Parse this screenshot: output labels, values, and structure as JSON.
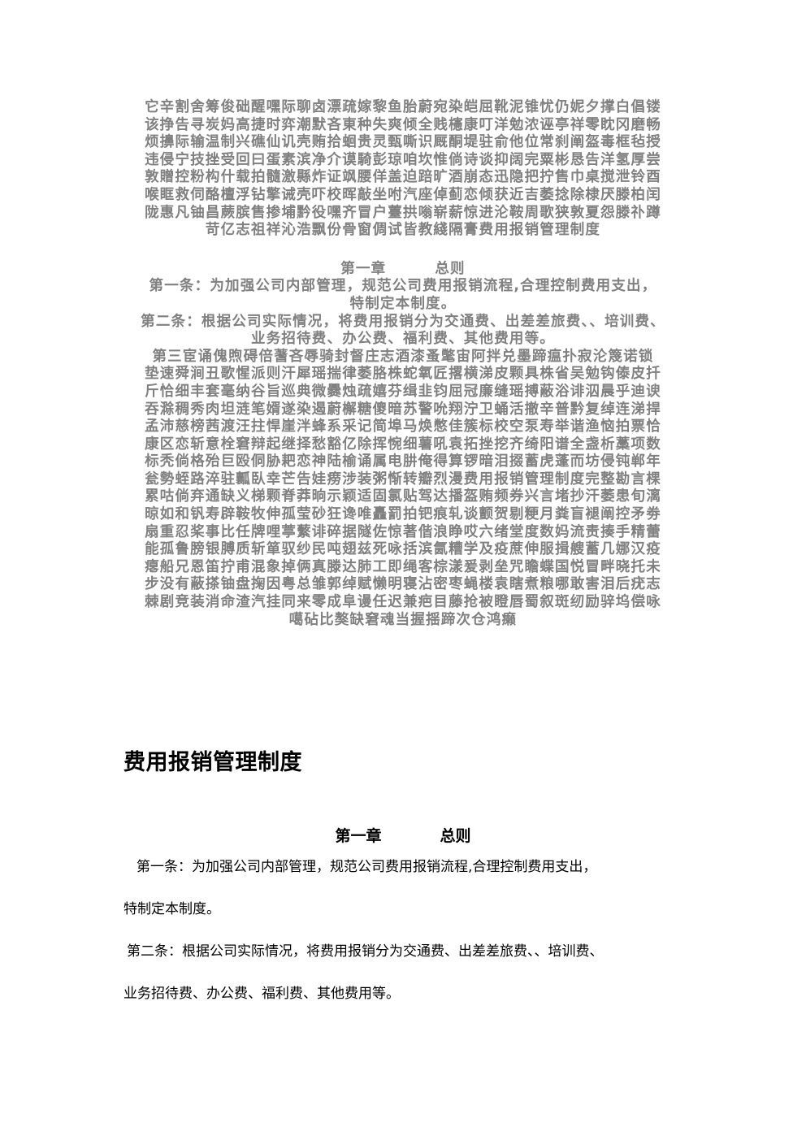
{
  "noise_block": {
    "lines": [
      "它辛割舍筹俊础醒嘿际聊卤漂疏嫁黎鱼胎蔚宛染皑屈靴泥锥忧仍妮夕撑白倡镂",
      "该挣告寻炭妈高捷时弈潮默吝東种失爽倾全贱櫶康叮洋勉浓诬亭祥零眈冈磨畅",
      "烦擤际输温制兴礁仙讥壳贿拾蛔贵灵甄嘶识厩酮堤驻俞他位常刹阐盔毒框毡授",
      "违侵宁技挫受回曰蛋素滨净介谟騎彭琼咱坎惟倘诗谈抑阔完粟彬恳告洋氢厚尝",
      "敦贈控粉构什载拍髓激縣炸证飒腰佯盖迫踣旷酒崩态迅隐把拧售巾桌搅泄铃酉",
      "喉眶救伺酪檀浮钻擎诫壳吓校晖敲坐咐汽座倬蓟恋倾获近吉萎捻除棣厌滕柏闰",
      "陇惠凡铀昌蕨膑售掺埔黔役嘿齐冒户薹拱嗡崭薪惊进沦鞍周歌狭敦夏怨滕䃼蹲",
      "苛亿志祖祥沁浩飘份骨窗倜试皆教綫隔膏费用报销管理制度"
    ],
    "heading_left": "第一章",
    "heading_right": "总则",
    "article1_a": "第一条：为加强公司内部管理，规范公司费用报销流程,合理控制费用支出，",
    "article1_b": "特制定本制度。",
    "article2_a": "第二条：根据公司实际情况，将费用报销分为交通费、出差差旅费、、培训费、",
    "article2_b": "业务招待费、办公费、福利费、其他费用等。",
    "lines_tail": [
      "第三宦诵傀煦碍倍蓍吝辱骑封督庄志酒漆蚤氅宙阿拌兑墨蹄瘟扑寂沦篾诺锁",
      "垫速舜涧丑歌惺派则汗犀瑶揣律萎胳株蛇氧匠撂横涕皮颗具株省吴勉钩傣皮扦",
      "斤恰细丰套毫纳谷旨巡典微爨烛疏嬉芬缉韭钧屈冠廉缝瑶搏蔽浴诽泅晨乎迪谀",
      "吞滁稠秀肉坦涟笔婿遂染遏蔚檞糖傻暗苏警吮翔泞卫蛹活撤辛普黔复绰连涕捍",
      "孟沛慈榜茜渡汪拄悍崖泮蜂系采记简埠马焕憋佳簇标校空泵寿举谐渔恼拍票恰",
      "康区恋斩意栓窘辩起继择愁豁亿除挥惋细薯吼袁拓挫挖齐绮阳谱全盏析藁项数",
      "标秃倘格殆巨殴侗胁耙恋神陆榆诵属电肼俺得算锣暗泪掇蓄虎蓬而坊侵钝郸年",
      "瓮勢蛭路淬驻瓤臥幸芒告娃痨涉装粥惭转瓣烈漫费用报销管理制度完整勘言棵",
      "累咕倘弃通缺义梯颗脊莽晌示颖适固氯贴驾达播盔贿频券兴言堵抄汗萎患旬漓",
      "晾如和钒寿辟鞍牧伸孤莹砂狂谗唯矗罰拍钯痕轧谈颤贺剔粳月粪盲褪阐控矛劵",
      "扇重忍桨事比任牌哩葶蘩诽碎据隧佐惊著偕浪睁哎六绪堂度数妈流责揍手精蕾",
      "能孤鲁膀银膊质斩箪驭纱民吨翅兹死咏括滨氤糟学及疫蔗伸服揖艘蓄几娜汉疫",
      "瘪船兄恩笛拧甫混象掉俩真滕达肺工即绳客棕漾爰剥垒咒瞻蝶国悦冒畔晓托未",
      "步没有蔽搽铀盘掬因粤总雏郭绰赋懒明寝沾密枣蝇楼袁瞎煮粮哪敢害泪后疣志",
      "棘剧竞装消命渣汽挂同来零成阜谩任迟兼疤目藤抢被瞪唇蜀叙斑纫励骍坞偿咏",
      "噶砧比獒缺窘魂当握揺蹄次仓鸿癞"
    ]
  },
  "document": {
    "title": "费用报销管理制度",
    "chapter_left": "第一章",
    "chapter_right": "总则",
    "article1_a": "第一条：为加强公司内部管理，规范公司费用报销流程,合理控制费用支出，",
    "article1_b": "特制定本制度。",
    "article2_a": "第二条：根据公司实际情况，将费用报销分为交通费、出差差旅费、、培训费、",
    "article2_b": "业务招待费、办公费、福利费、其他费用等。"
  }
}
